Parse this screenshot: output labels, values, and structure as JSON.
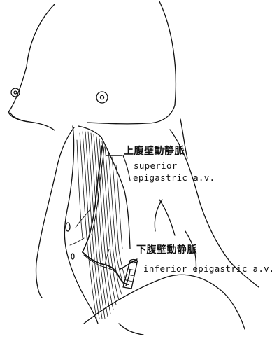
{
  "labels": {
    "superior_jp": "上腹壁動静脈",
    "superior_en_line1": "superior",
    "superior_en_line2": "epigastric a.v.",
    "inferior_jp": "下腹壁動静脈",
    "inferior_en": "inferior epigastric a.v."
  },
  "colors": {
    "ink": "#111111",
    "background": "#ffffff"
  }
}
